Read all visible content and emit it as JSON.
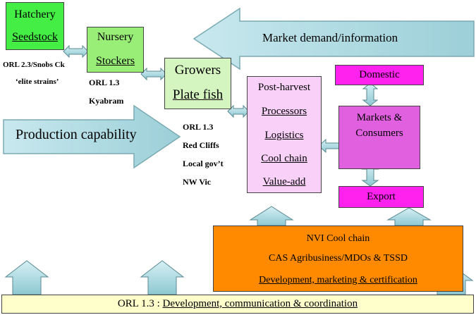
{
  "hatchery": {
    "title": "Hatchery",
    "item": "Seedstock"
  },
  "nursery": {
    "title": "Nursery",
    "item": "Stockers"
  },
  "growers": {
    "title": "Growers",
    "item": "Plate fish"
  },
  "orl_hatchery": {
    "line1": "ORL 2.3/Snobs Ck",
    "line2": "‘elite strains’"
  },
  "orl_nursery": {
    "line1": "ORL 1.3",
    "line2": "Kyabram"
  },
  "orl_growers": {
    "lines": [
      "ORL 1.3",
      "Red Cliffs",
      "Local gov’t",
      "NW Vic"
    ]
  },
  "market_arrow": {
    "label": "Market demand/information"
  },
  "production_arrow": {
    "label": "Production capability"
  },
  "postharvest": {
    "title": "Post-harvest",
    "items": [
      "Processors",
      "Logistics",
      "Cool chain",
      "Value-add"
    ]
  },
  "domestic": {
    "label": "Domestic"
  },
  "markets": {
    "line1": "Markets &",
    "line2": "Consumers"
  },
  "export": {
    "label": "Export"
  },
  "nvi": {
    "line1": "NVI Cool chain",
    "line2": "CAS Agribusiness/MDOs & TSSD",
    "line3": "Development, marketing & certification"
  },
  "footer": {
    "prefix": "ORL 1.3 : ",
    "label": "Development, communication & coordination"
  },
  "colors": {
    "hatchery": "#44ee44",
    "nursery": "#99ee77",
    "growers": "#d4f5c0",
    "postharvest": "#f8d0f8",
    "markets": "#e060e0",
    "domestic_export": "#ff22ee",
    "nvi": "#ff8a00",
    "footer": "#ffffcc",
    "arrow": "#a8d8e0"
  }
}
